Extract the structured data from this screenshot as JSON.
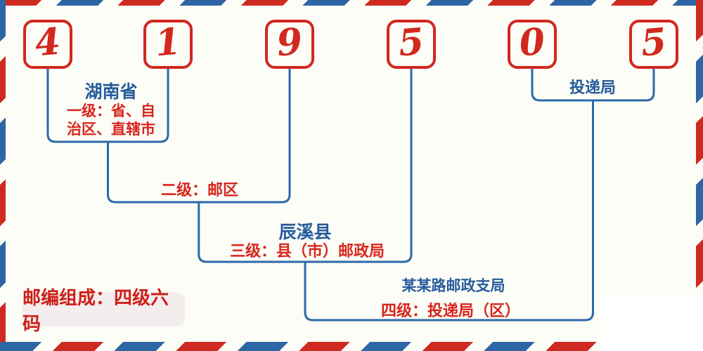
{
  "postal_code": {
    "digits": [
      "4",
      "1",
      "9",
      "5",
      "0",
      "5"
    ]
  },
  "annotations": {
    "level1": {
      "region": "湖南省",
      "desc_line1": "一级：省、自",
      "desc_line2": "治区、直辖市"
    },
    "level2": {
      "desc": "二级：邮区"
    },
    "level3": {
      "region": "辰溪县",
      "desc": "三级：县（市）邮政局"
    },
    "level4": {
      "office": "某某路邮政支局",
      "desc": "四级：投递局（区）"
    },
    "delivery": {
      "label": "投递局"
    }
  },
  "badge": {
    "text": "邮编组成：四级六码"
  },
  "colors": {
    "digit_red": "#d2281e",
    "text_red": "#d7251d",
    "text_blue": "#275b9c",
    "line_blue": "#2e68ab",
    "stripe_red": "#cf2a20",
    "stripe_blue": "#2e65a5",
    "background": "#fbfdf6",
    "badge_background": "#f3edee"
  }
}
